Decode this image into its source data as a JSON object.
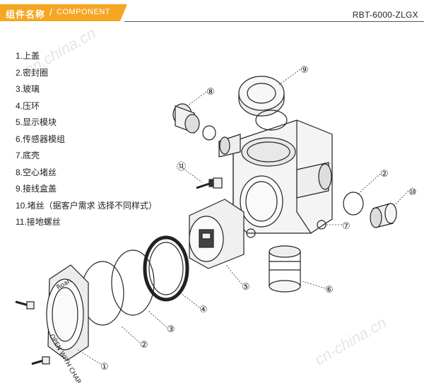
{
  "header": {
    "title_cn": "组件名称",
    "separator": "/",
    "title_en": "COMPONENT",
    "model": "RBT-6000-ZLGX",
    "accent_color": "#f5a623"
  },
  "parts": [
    {
      "label": "1.上盖"
    },
    {
      "label": "2.密封圈"
    },
    {
      "label": "3.玻璃"
    },
    {
      "label": "4.压环"
    },
    {
      "label": "5.显示模块"
    },
    {
      "label": "6.传感器模组"
    },
    {
      "label": "7.底壳"
    },
    {
      "label": "8.空心堵丝"
    },
    {
      "label": "9.接线盒盖"
    },
    {
      "label": "10.堵丝（据客户需求 选择不同样式）"
    },
    {
      "label": "11.接地螺丝"
    }
  ],
  "callouts": [
    "①",
    "②",
    "③",
    "④",
    "⑤",
    "⑥",
    "⑦",
    "⑧",
    "⑨",
    "⑩",
    "⑪",
    "②"
  ],
  "product_marks": {
    "brand": "Roan",
    "cover_text": "OPEN WITH CHARGE"
  },
  "watermarks": [
    "cn.china.cn",
    "cn-china.cn"
  ]
}
